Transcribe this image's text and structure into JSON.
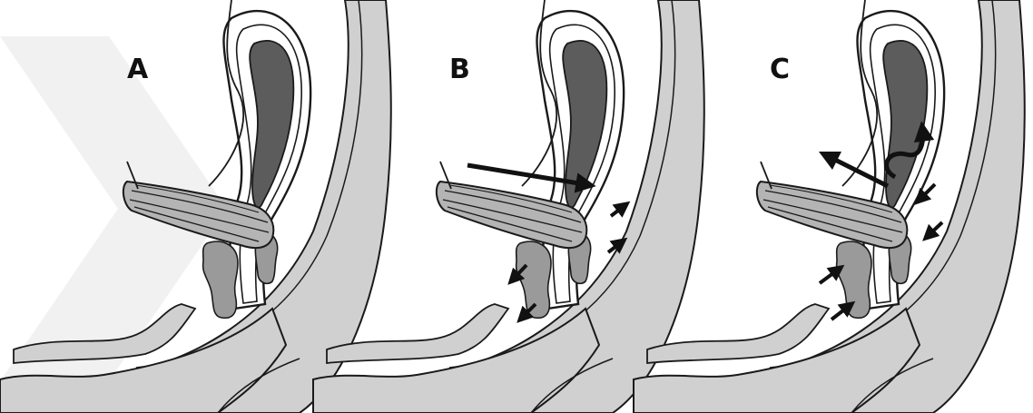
{
  "panels": [
    {
      "label": "A"
    },
    {
      "label": "B"
    },
    {
      "label": "C"
    }
  ],
  "colors": {
    "background": "#ffffff",
    "tissue": "#d0d0d0",
    "organ_fill": "#5c5c5c",
    "muscle_fill": "#b4b4b4",
    "sphincter_fill": "#9a9a9a",
    "outline": "#1a1a1a",
    "arrow": "#111111",
    "watermark": "#e6e6e6"
  }
}
